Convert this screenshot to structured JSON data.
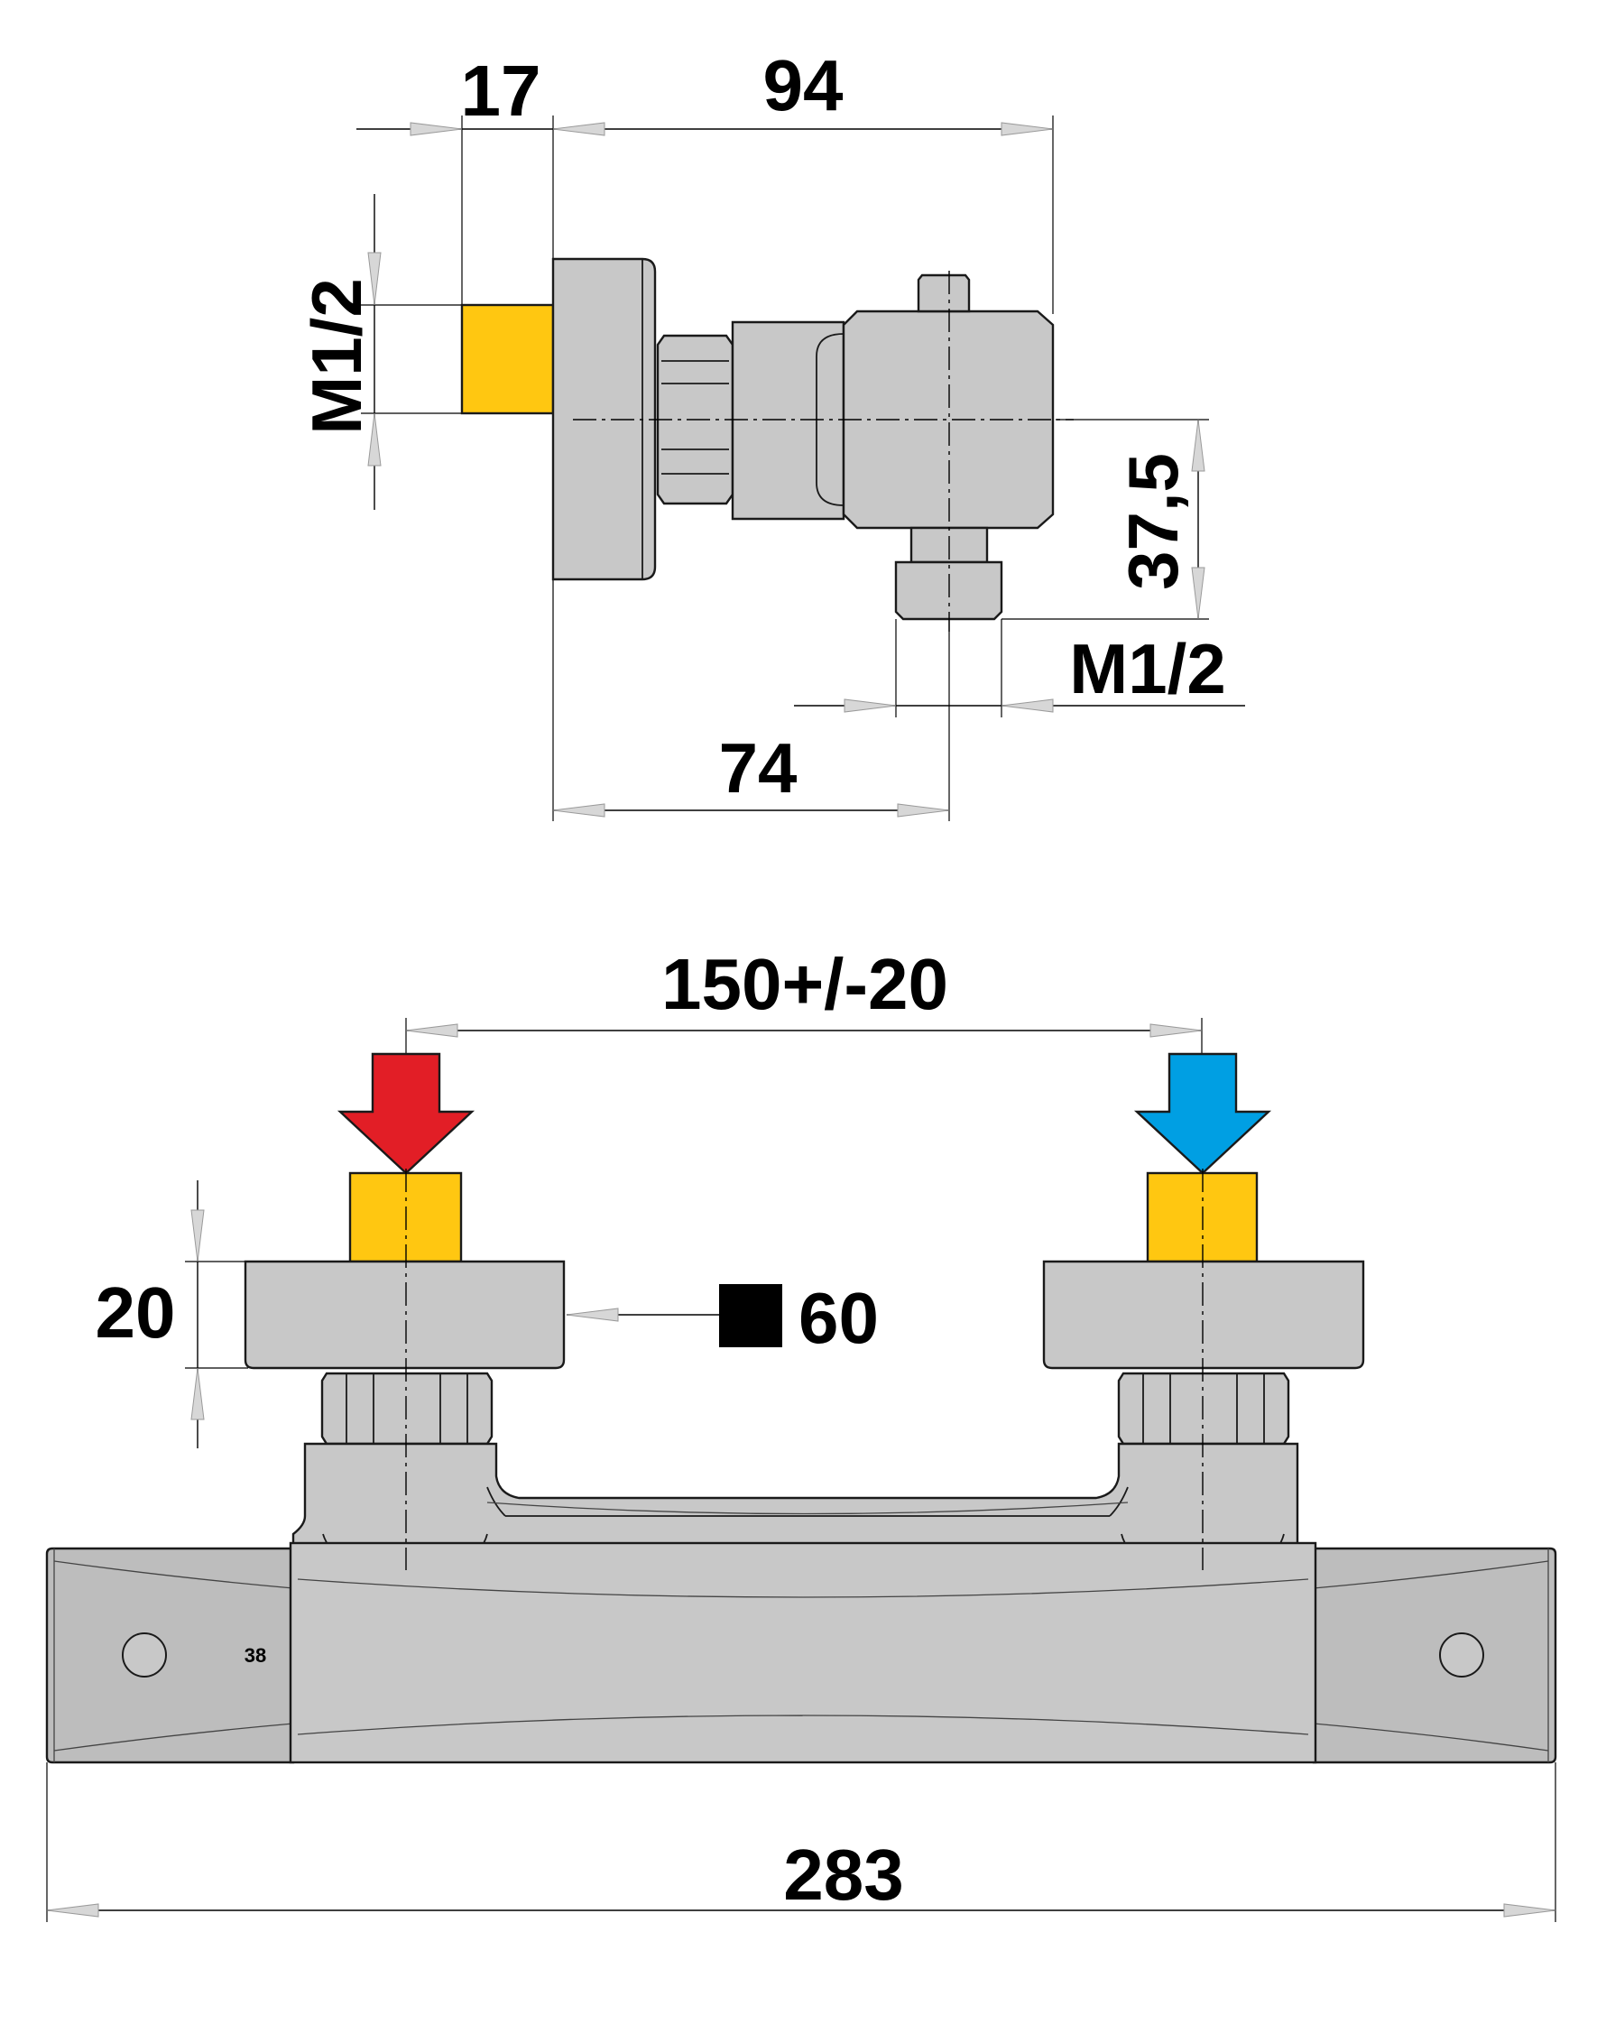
{
  "side_view": {
    "dim_inlet_length": "17",
    "dim_depth": "94",
    "dim_inlet_thread": "M1/2",
    "dim_outlet_offset": "37,5",
    "dim_outlet_thread": "M1/2",
    "dim_outlet_position": "74"
  },
  "front_view": {
    "dim_centers": "150+/-20",
    "dim_flange_height": "20",
    "dim_flange_square": "60",
    "dim_overall_length": "283",
    "button_marking": "38"
  },
  "colors": {
    "hot_arrow": "#e21e26",
    "cold_arrow": "#009fe3",
    "thread": "#ffc711",
    "body": "#c8c8c8",
    "line": "#000000"
  },
  "icons": {
    "hot_inlet": "down-arrow-red",
    "cold_inlet": "down-arrow-blue",
    "square_symbol": "filled-square"
  }
}
